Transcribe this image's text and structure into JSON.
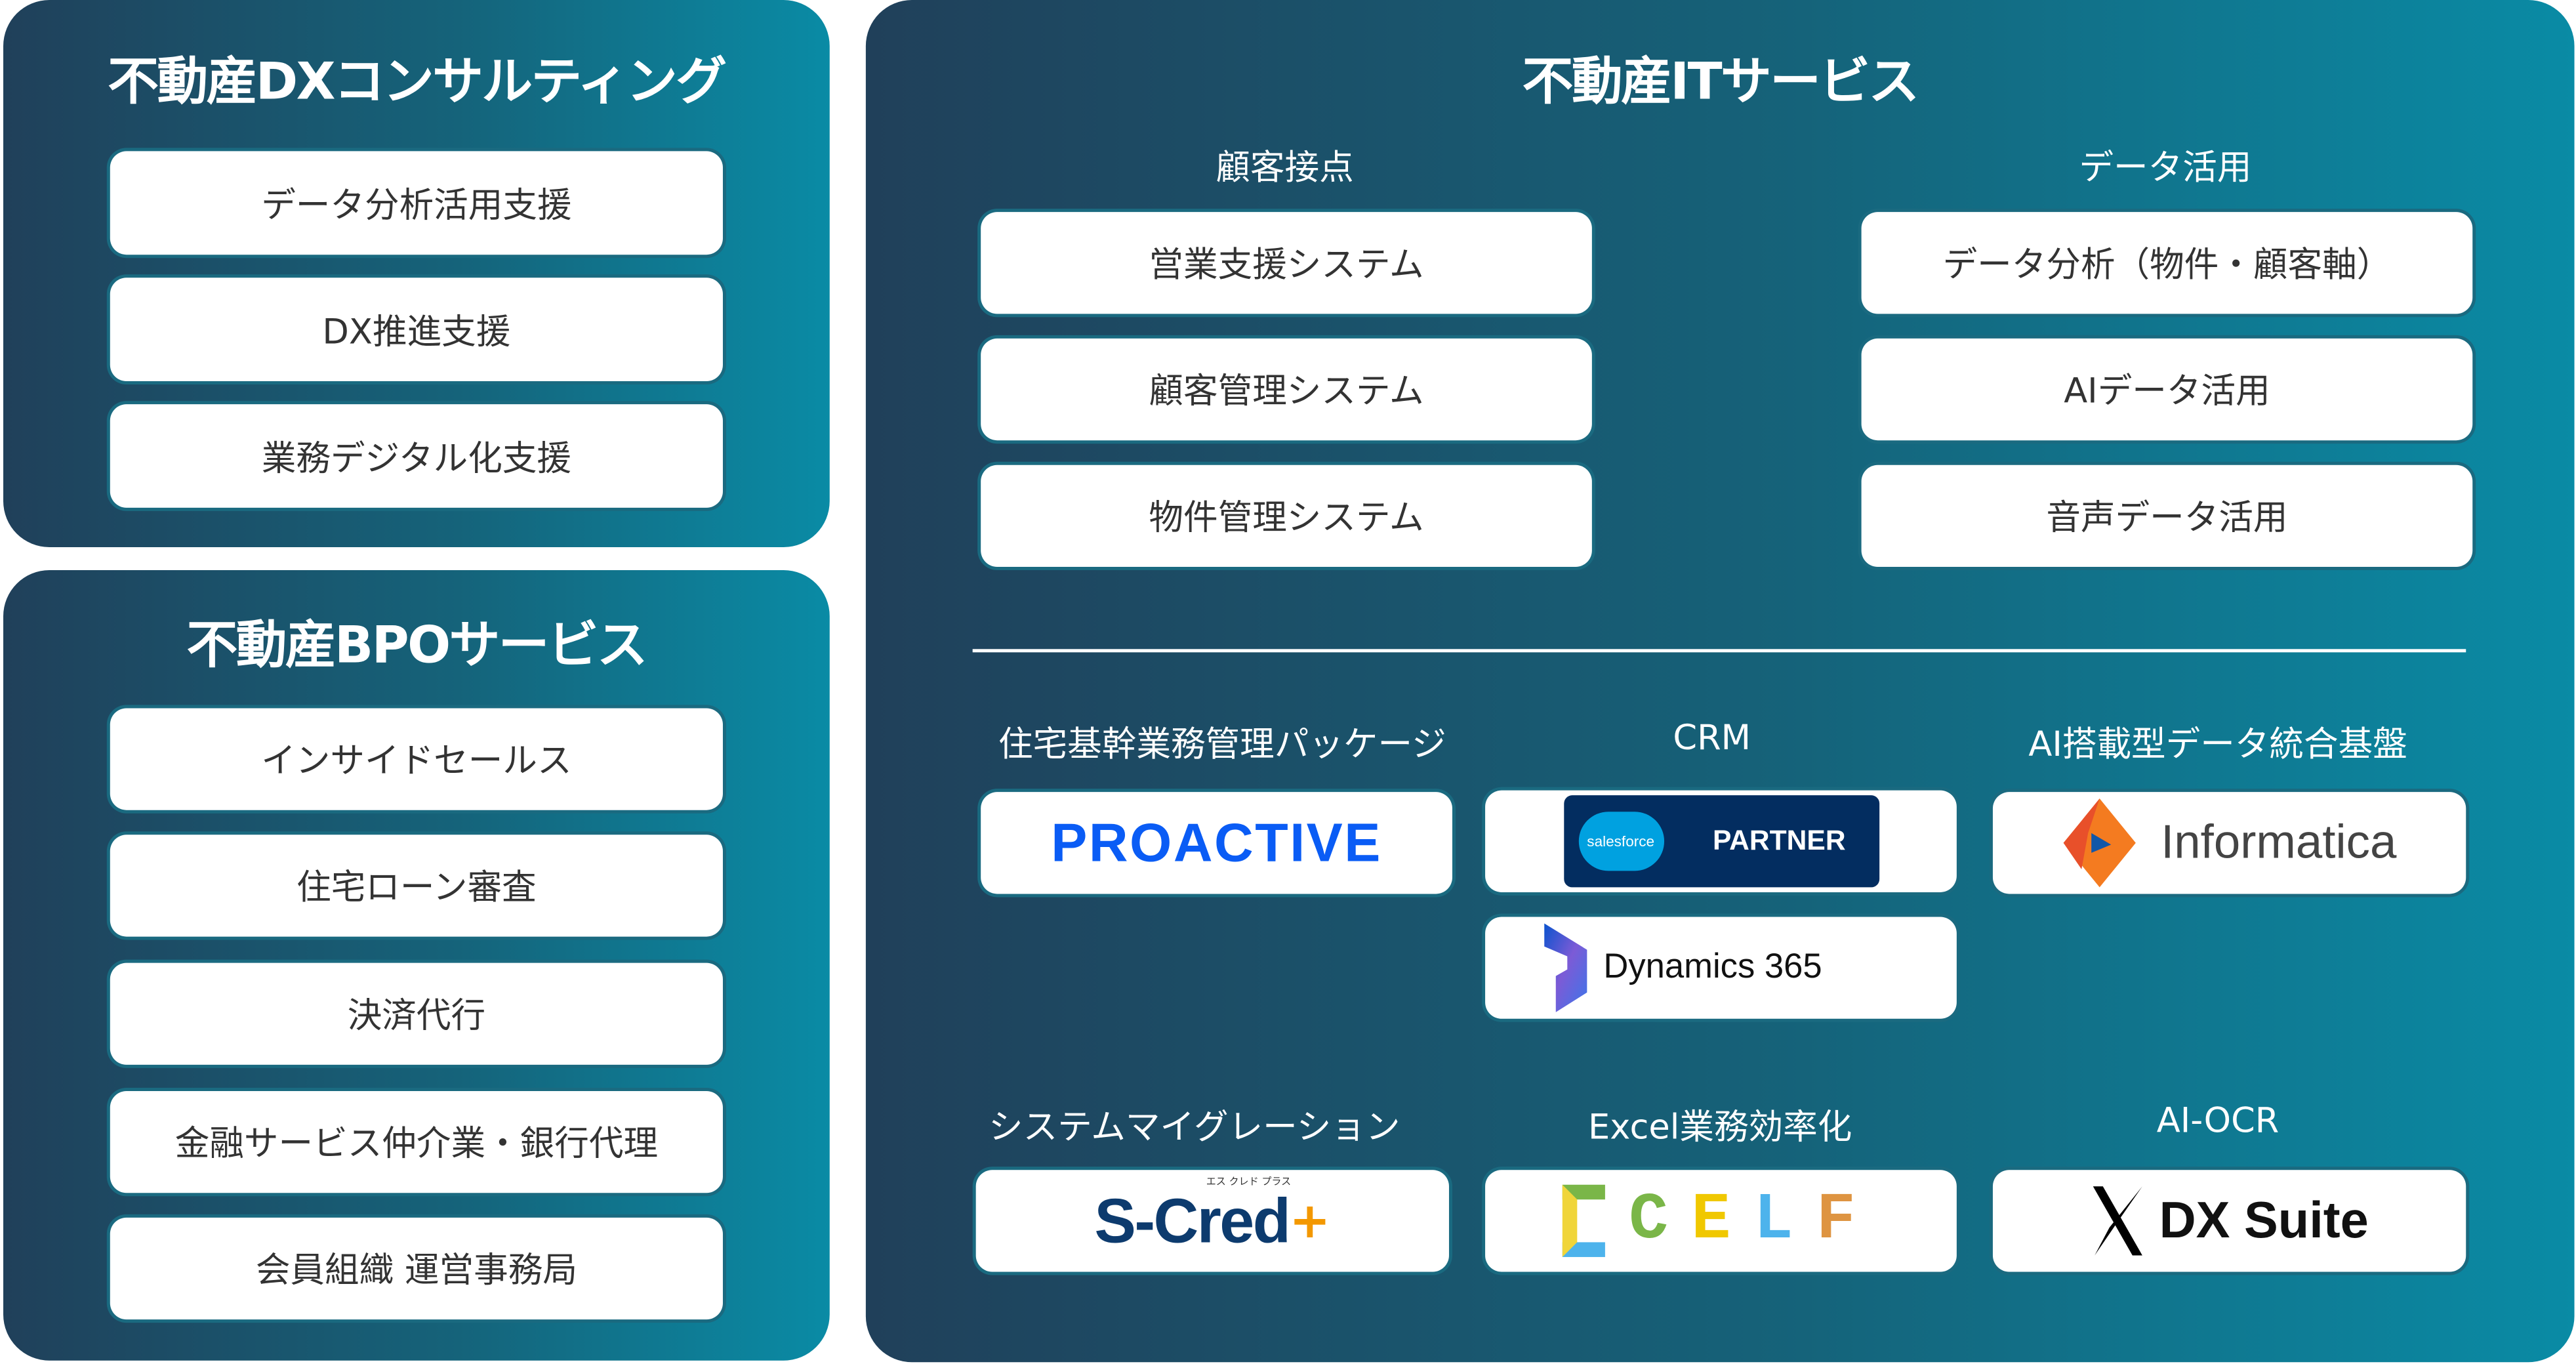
{
  "consulting": {
    "title": "不動産DXコンサルティング",
    "items": [
      "データ分析活用支援",
      "DX推進支援",
      "業務デジタル化支援"
    ]
  },
  "bpo": {
    "title": "不動産BPOサービス",
    "items": [
      "インサイドセールス",
      "住宅ローン審査",
      "決済代行",
      "金融サービス仲介業・銀行代理",
      "会員組織 運営事務局"
    ]
  },
  "it": {
    "title": "不動産ITサービス",
    "customer": {
      "heading": "顧客接点",
      "items": [
        "営業支援システム",
        "顧客管理システム",
        "物件管理システム"
      ]
    },
    "data": {
      "heading": "データ活用",
      "items": [
        "データ分析（物件・顧客軸）",
        "AIデータ活用",
        "音声データ活用"
      ]
    },
    "products": {
      "package": {
        "label": "住宅基幹業務管理パッケージ",
        "logo": "PROACTIVE"
      },
      "crm": {
        "label": "CRM",
        "salesforce": "salesforce",
        "partner": "PARTNER",
        "dynamics": "Dynamics 365"
      },
      "ai_platform": {
        "label": "AI搭載型データ統合基盤",
        "logo": "Informatica"
      },
      "migration": {
        "label": "システムマイグレーション",
        "logo": "S-Cred",
        "logo_sub": "エス クレド プラス"
      },
      "excel": {
        "label": "Excel業務効率化",
        "logo": "CELF"
      },
      "ocr": {
        "label": "AI-OCR",
        "logo": "DX Suite"
      }
    }
  }
}
